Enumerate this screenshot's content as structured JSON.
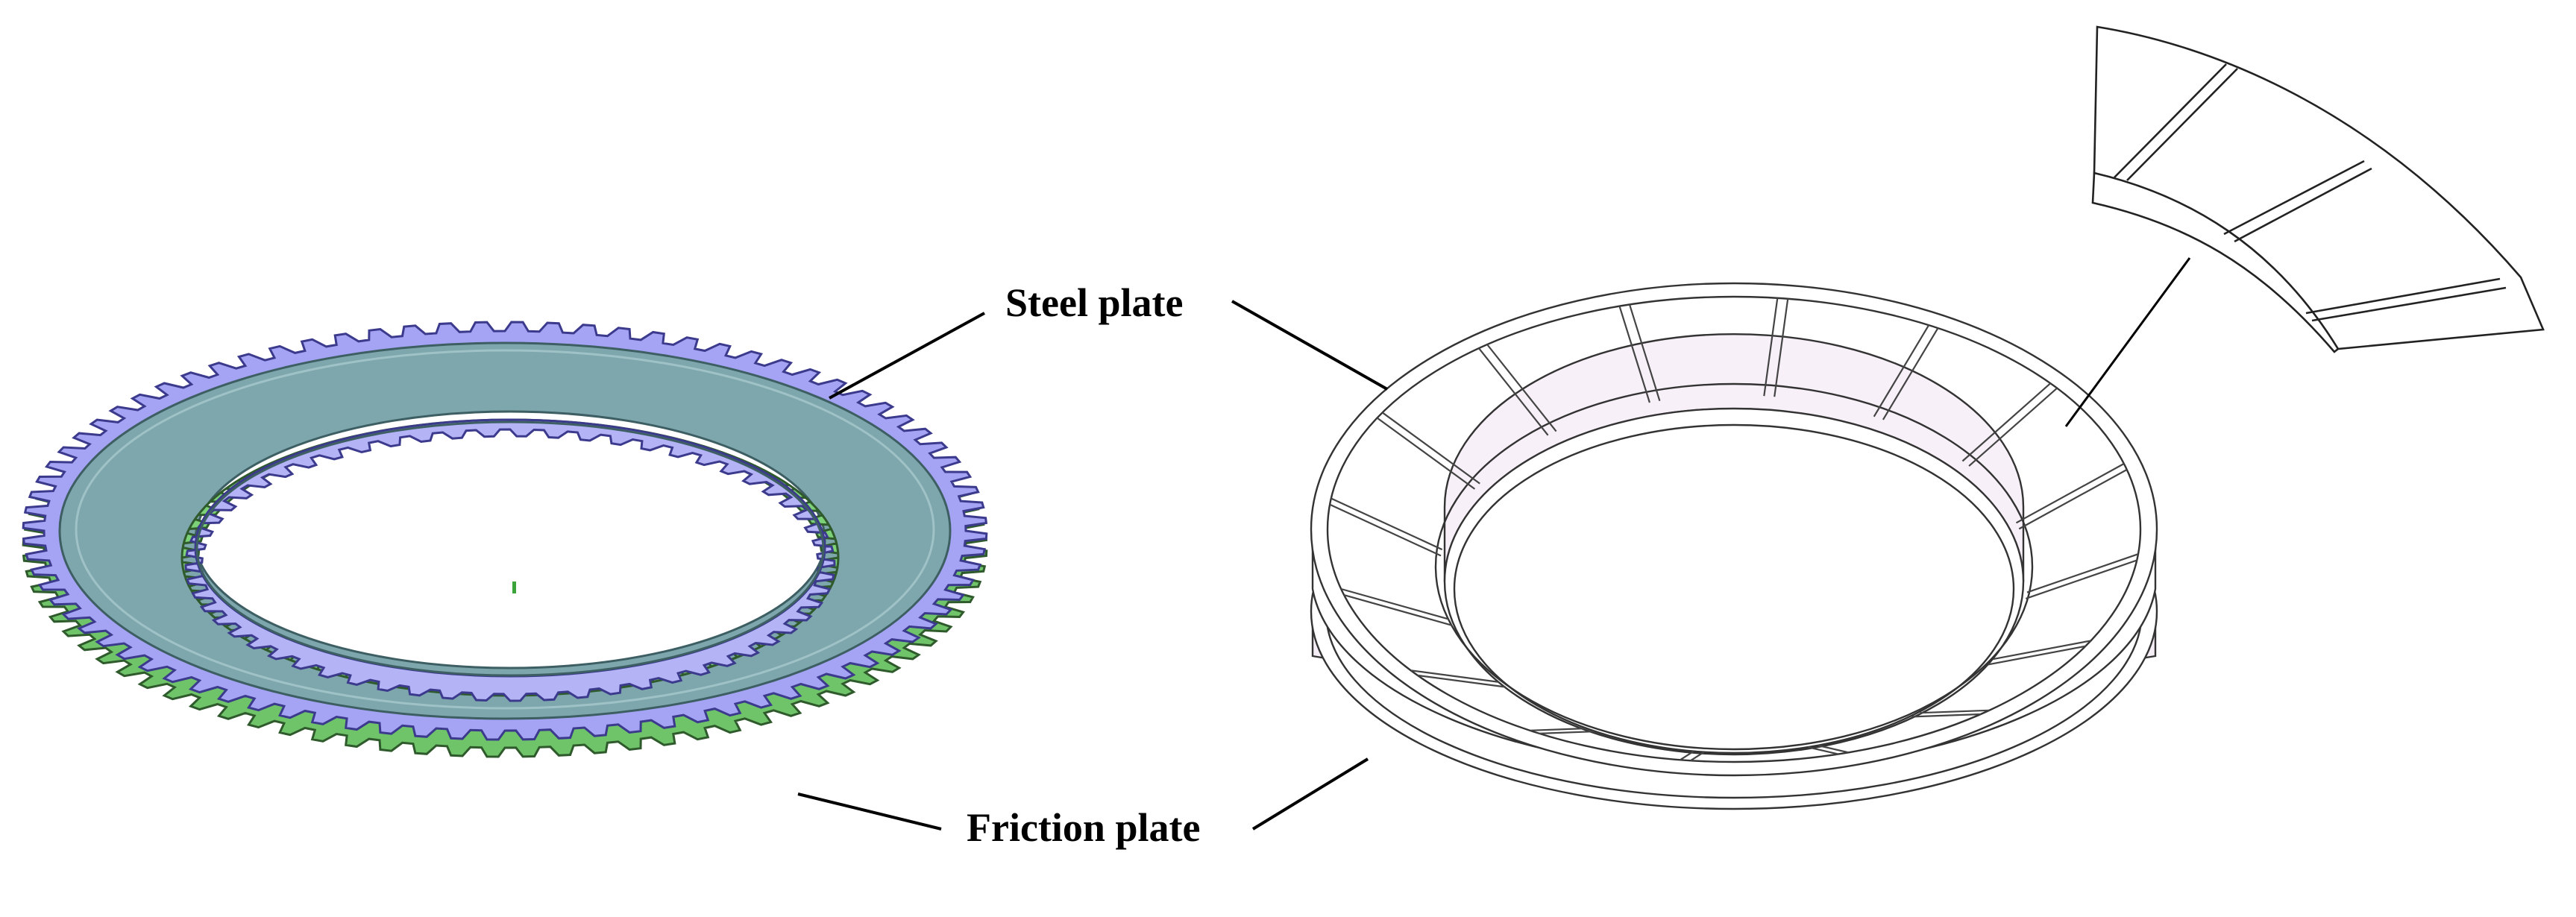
{
  "labels": {
    "steel_plate": "Steel plate",
    "friction_plate": "Friction plate"
  },
  "colors": {
    "steel_plate": "#9d9cf2",
    "friction_plate": "#6fc46a",
    "face": "#7ea7ad",
    "outline": "#222222",
    "pink_tint": "#f0e0f0"
  },
  "diagram": {
    "left_part": "toothed clutch plate pair (steel plate over friction plate)",
    "right_part": "grooved friction ring with enlarged segment detail"
  }
}
